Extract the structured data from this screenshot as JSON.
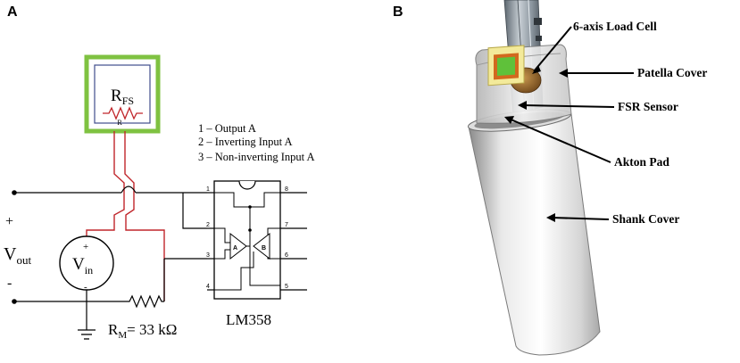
{
  "panel_a": {
    "letter": "A",
    "rfs_main": "R",
    "rfs_sub": "FS",
    "rfs_r": "R",
    "pin_list": [
      "1 – Output A",
      "2 – Inverting Input A",
      "3 – Non-inverting Input A"
    ],
    "plus": "+",
    "minus": "-",
    "vout_main": "V",
    "vout_sub": "out",
    "vin_main": "V",
    "vin_sub": "in",
    "vin_plus": "+",
    "vin_minus": "-",
    "rm_main": "R",
    "rm_sub": "M",
    "rm_value": "= 33 kΩ",
    "chip_name": "LM358",
    "pin_numbers": [
      "1",
      "2",
      "3",
      "4",
      "8",
      "7",
      "6",
      "5"
    ],
    "opamp_a": "A",
    "opamp_b": "B"
  },
  "panel_b": {
    "letter": "B",
    "labels": [
      "6-axis Load Cell",
      "Patella Cover",
      "FSR Sensor",
      "Akton Pad",
      "Shank Cover"
    ]
  },
  "colors": {
    "wire_red": "#c0262b",
    "fsr_frame_green": "#7fc241",
    "fsr_inner_blue": "#3f4d8c",
    "fsr_pad_green": "#5fc13a",
    "fsr_border_orange": "#d2691e"
  }
}
